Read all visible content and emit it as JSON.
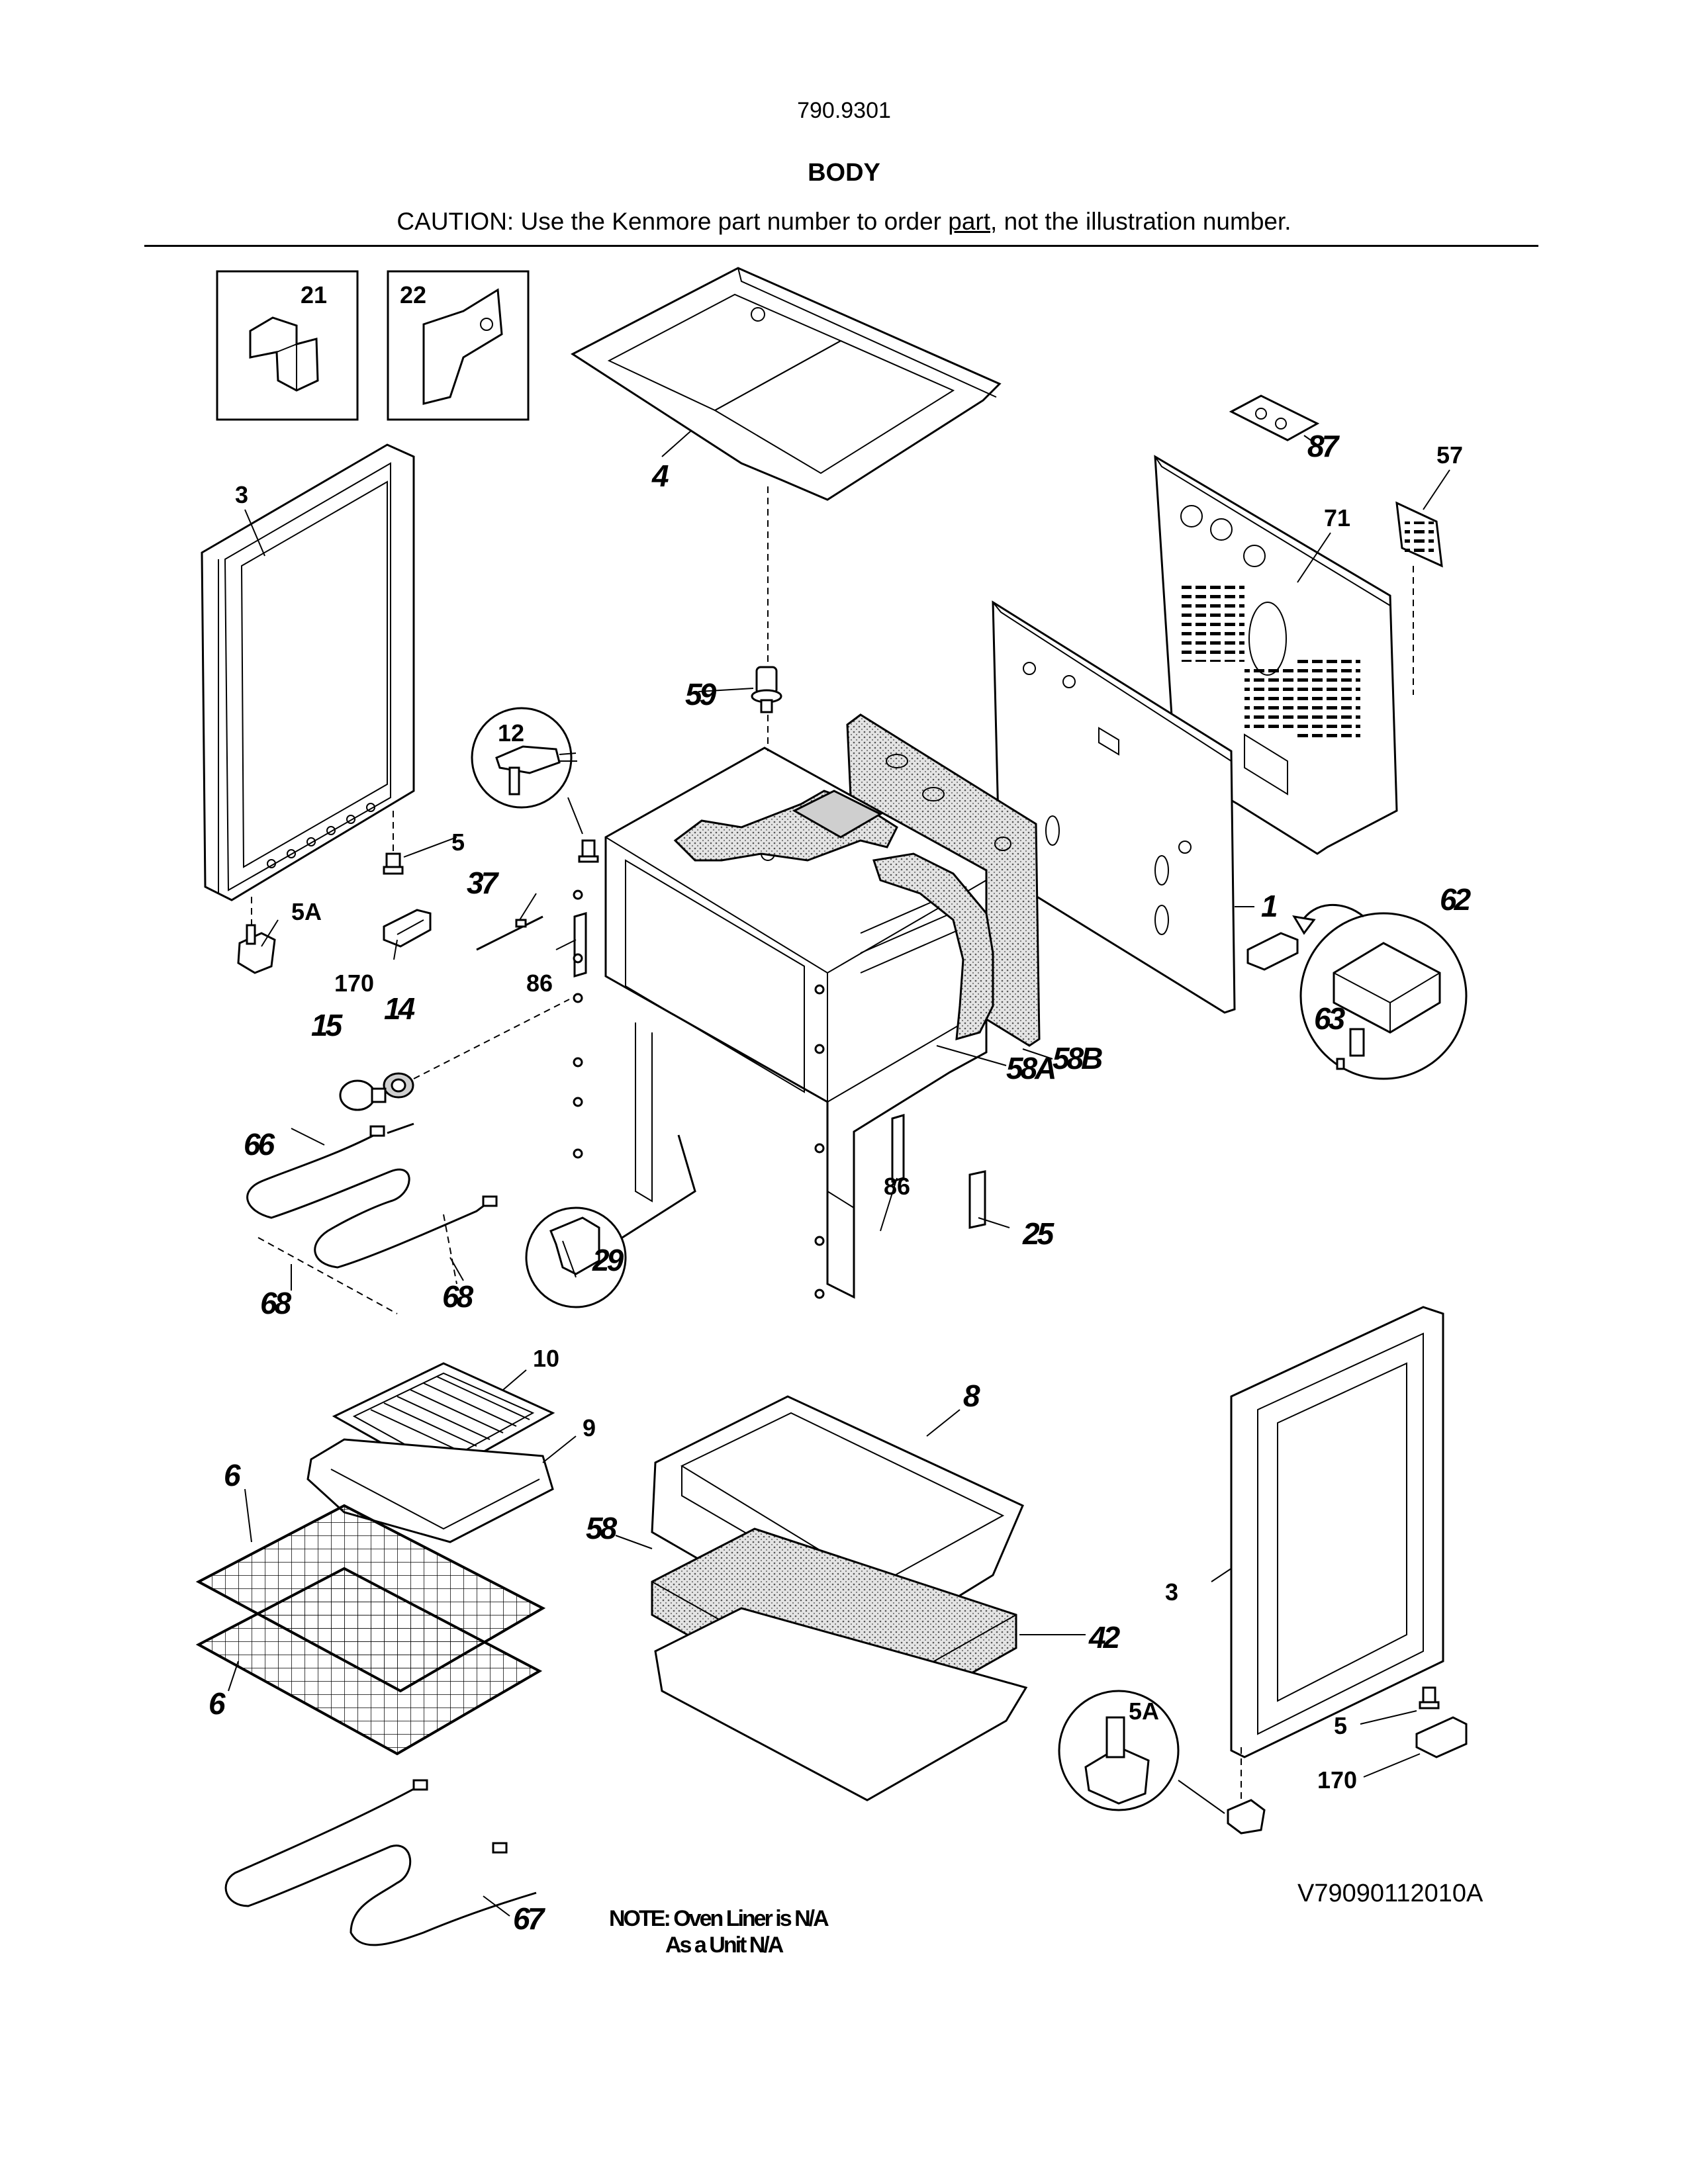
{
  "header": {
    "model_number": "790.9301",
    "section_title": "BODY",
    "caution_prefix": "CAUTION: Use the Kenmore part number to order ",
    "caution_link": "part",
    "caution_suffix": ", not the illustration number."
  },
  "callouts": {
    "c1": "1",
    "c3a": "3",
    "c3b": "3",
    "c4": "4",
    "c5a": "5",
    "c5b": "5",
    "c5Aa": "5A",
    "c5Ab": "5A",
    "c6a": "6",
    "c6b": "6",
    "c8": "8",
    "c9": "9",
    "c10": "10",
    "c12": "12",
    "c14": "14",
    "c15": "15",
    "c21": "21",
    "c22": "22",
    "c25": "25",
    "c29": "29",
    "c37": "37",
    "c42": "42",
    "c57": "57",
    "c58": "58",
    "c58A": "58A",
    "c58B": "58B",
    "c59": "59",
    "c62": "62",
    "c63": "63",
    "c66": "66",
    "c67": "67",
    "c68a": "68",
    "c68b": "68",
    "c71": "71",
    "c86a": "86",
    "c86b": "86",
    "c87": "87",
    "c170a": "170",
    "c170b": "170"
  },
  "note": {
    "line1": "NOTE: Oven Liner is N/A",
    "line2": "As a Unit N/A"
  },
  "drawing_id": "V79090112010A"
}
